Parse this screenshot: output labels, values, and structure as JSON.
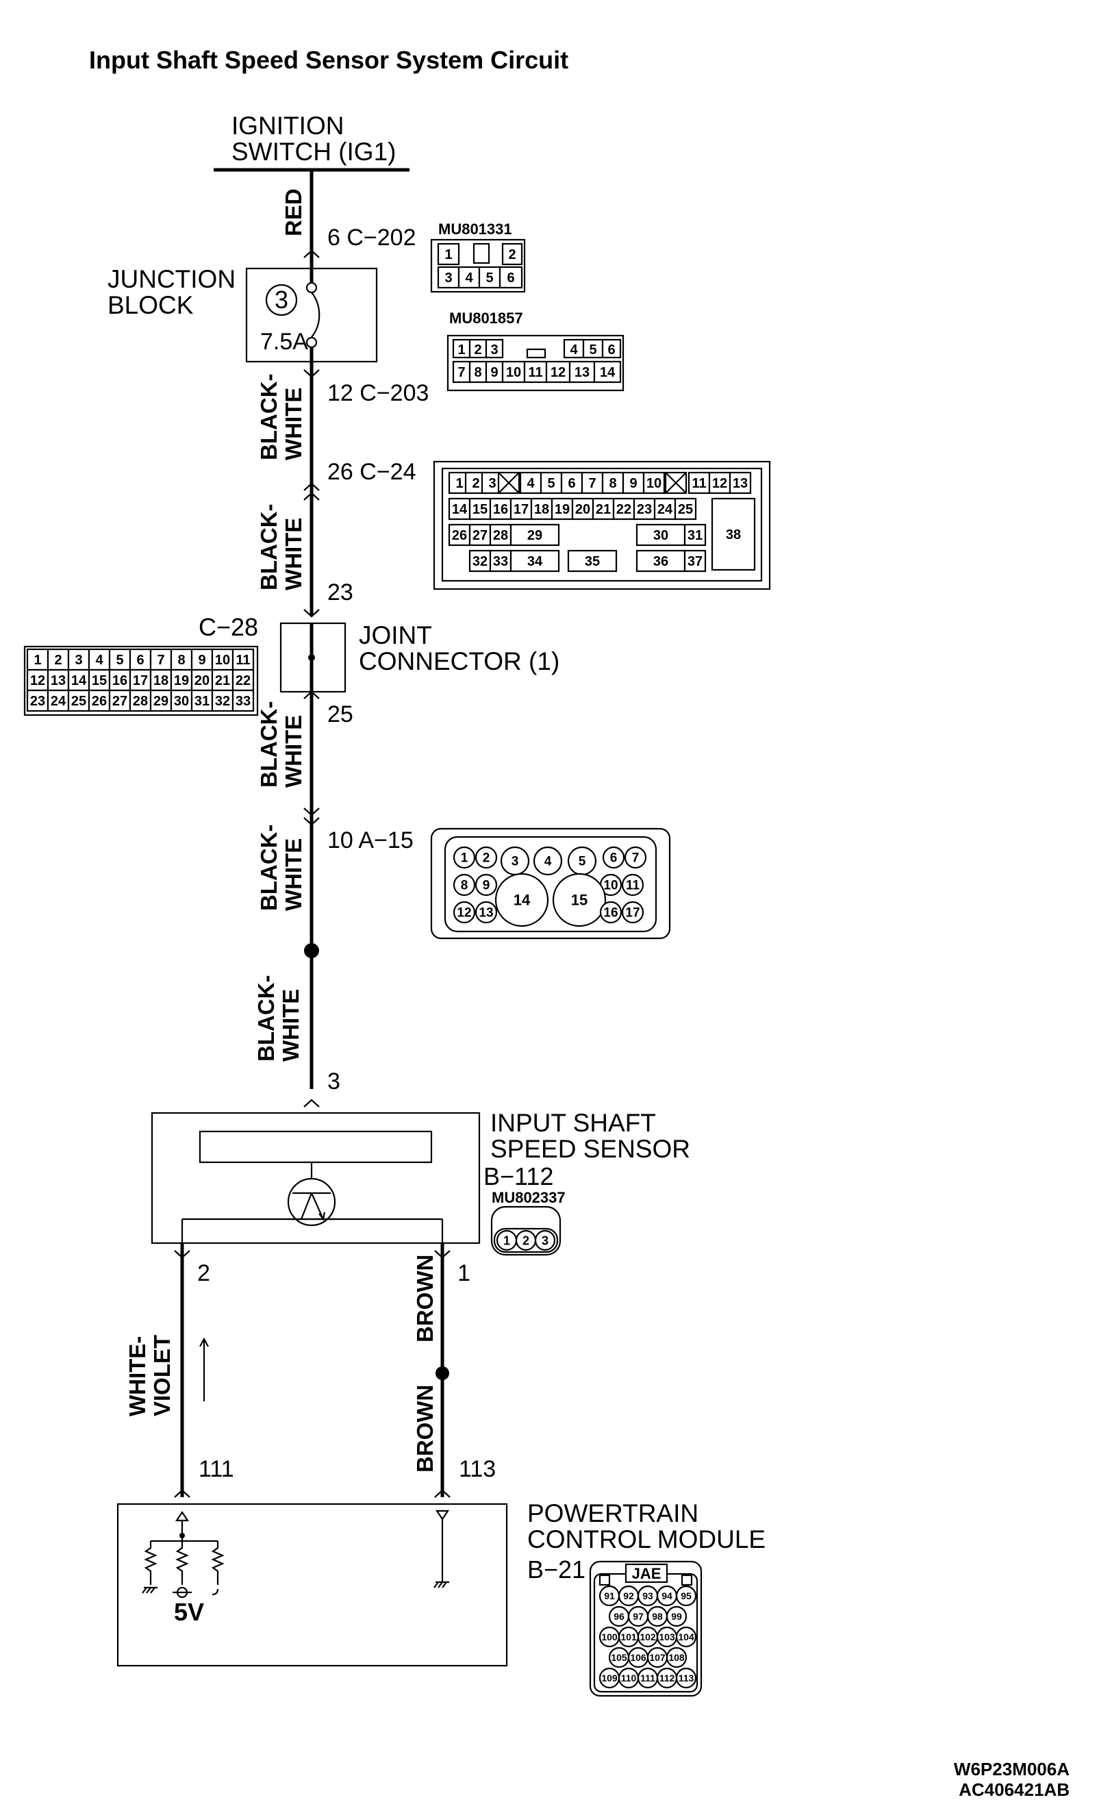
{
  "title": "Input Shaft Speed Sensor System Circuit",
  "ignition": {
    "line1": "IGNITION",
    "line2": "SWITCH (IG1)"
  },
  "wires": {
    "red": "RED",
    "black_white_1": "BLACK-",
    "black_white_2": "WHITE",
    "white_violet_1": "WHITE-",
    "white_violet_2": "VIOLET",
    "brown": "BROWN"
  },
  "pins": {
    "c202": "6  C−202",
    "c203": "12  C−203",
    "c24": "26  C−24",
    "p23": "23",
    "p25": "25",
    "a15": "10  A−15",
    "p3": "3",
    "p2": "2",
    "p1": "1",
    "p111": "111",
    "p113": "113"
  },
  "junction_block": {
    "line1": "JUNCTION",
    "line2": "BLOCK",
    "fuse_no": "3",
    "fuse_rating": "7.5A"
  },
  "joint_connector": {
    "id": "C−28",
    "line1": "JOINT",
    "line2": "CONNECTOR (1)"
  },
  "sensor": {
    "line1": "INPUT SHAFT",
    "line2": "SPEED SENSOR",
    "id": "B−112",
    "part": "MU802337"
  },
  "pcm": {
    "line1": "POWERTRAIN",
    "line2": "CONTROL MODULE",
    "id": "B−21",
    "maker": "JAE",
    "voltage": "5V"
  },
  "connectors": {
    "mu801331": "MU801331",
    "mu801857": "MU801857"
  },
  "codes": {
    "code1": "W6P23M006A",
    "code2": "AC406421AB"
  },
  "grid_c202": {
    "row1": [
      "1",
      "",
      "2"
    ],
    "row2": [
      "3",
      "4",
      "5",
      "6"
    ]
  },
  "grid_c203": {
    "row1": [
      "1",
      "2",
      "3",
      "",
      "",
      "4",
      "5",
      "6"
    ],
    "row2": [
      "7",
      "8",
      "9",
      "10",
      "11",
      "12",
      "13",
      "14"
    ]
  },
  "grid_c24": {
    "row1": [
      "1",
      "2",
      "3",
      "",
      "4",
      "5",
      "6",
      "7",
      "8",
      "9",
      "10",
      "",
      "11",
      "12",
      "13"
    ],
    "row2": [
      "14",
      "15",
      "16",
      "17",
      "18",
      "19",
      "20",
      "21",
      "22",
      "23",
      "24",
      "25"
    ],
    "row3": [
      "26",
      "27",
      "28",
      "29",
      "30",
      "31",
      "38"
    ],
    "row4": [
      "32",
      "33",
      "34",
      "35",
      "36",
      "37"
    ]
  },
  "grid_c28": {
    "row1": [
      "1",
      "2",
      "3",
      "4",
      "5",
      "6",
      "7",
      "8",
      "9",
      "10",
      "11"
    ],
    "row2": [
      "12",
      "13",
      "14",
      "15",
      "16",
      "17",
      "18",
      "19",
      "20",
      "21",
      "22"
    ],
    "row3": [
      "23",
      "24",
      "25",
      "26",
      "27",
      "28",
      "29",
      "30",
      "31",
      "32",
      "33"
    ]
  },
  "grid_a15": [
    "1",
    "2",
    "3",
    "4",
    "5",
    "6",
    "7",
    "8",
    "9",
    "10",
    "11",
    "12",
    "13",
    "14",
    "15",
    "16",
    "17"
  ],
  "grid_b112": [
    "1",
    "2",
    "3"
  ],
  "grid_b21": {
    "row1": [
      "91",
      "92",
      "93",
      "94",
      "95"
    ],
    "row2": [
      "96",
      "97",
      "98",
      "99"
    ],
    "row3": [
      "100",
      "101",
      "102",
      "103",
      "104"
    ],
    "row4": [
      "105",
      "106",
      "107",
      "108"
    ],
    "row5": [
      "109",
      "110",
      "111",
      "112",
      "113"
    ]
  }
}
